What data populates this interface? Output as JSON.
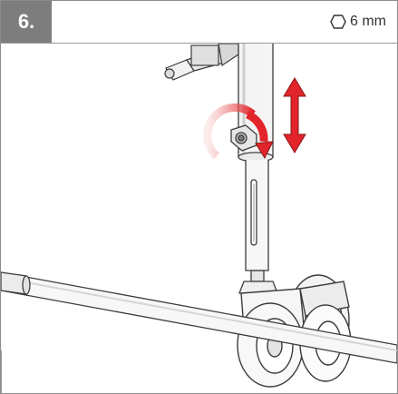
{
  "header": {
    "step_label": "6.",
    "tool_size": "6 mm",
    "tool_icon": "hex-key-icon"
  },
  "colors": {
    "step_box": "#7d7d7d",
    "arrow_red": "#e1252a",
    "line": "#3c3c3c"
  },
  "illustration": {
    "description_icons": [
      "hex-bolt",
      "rotate-arrow",
      "up-down-arrow",
      "caster-wheel",
      "frame-tube"
    ]
  }
}
